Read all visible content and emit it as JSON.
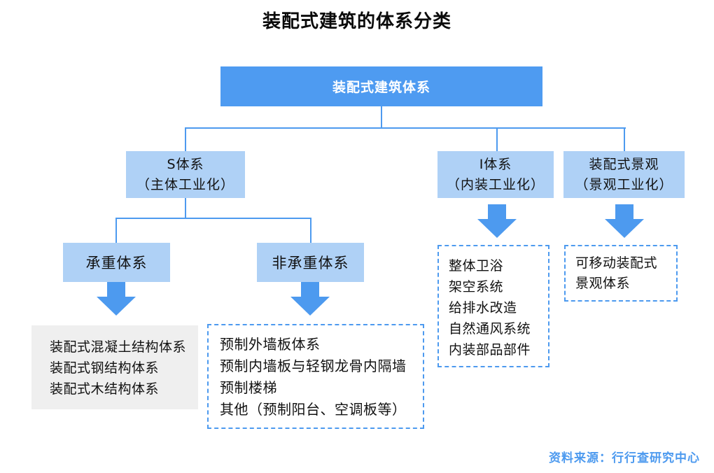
{
  "title": "装配式建筑的体系分类",
  "colors": {
    "accent_blue": "#4D9AEF",
    "root_box_blue": "#4E9BF1",
    "light_blue_box": "#AFD1F6",
    "gray_box": "#EFEFEF",
    "text": "#111111"
  },
  "root": {
    "label": "装配式建筑体系"
  },
  "level2": {
    "s": {
      "line1": "S体系",
      "line2": "（主体工业化）"
    },
    "i": {
      "line1": "I体系",
      "line2": "（内装工业化）"
    },
    "landscape": {
      "line1": "装配式景观",
      "line2": "（景观工业化）"
    }
  },
  "level3": {
    "load_bearing": {
      "label": "承重体系"
    },
    "non_load_bearing": {
      "label": "非承重体系"
    }
  },
  "lists": {
    "load_bearing": {
      "items": [
        "装配式混凝土结构体系",
        "装配式钢结构体系",
        "装配式木结构体系"
      ]
    },
    "non_load_bearing": {
      "items": [
        "预制外墙板体系",
        "预制内墙板与轻钢龙骨内隔墙",
        "预制楼梯",
        "其他（预制阳台、空调板等）"
      ]
    },
    "i_system": {
      "items": [
        "整体卫浴",
        "架空系统",
        "给排水改造",
        "自然通风系统",
        "内装部品部件"
      ]
    },
    "landscape": {
      "items": [
        "可移动装配式景观体系"
      ]
    }
  },
  "source": "资料来源：行行查研究中心"
}
